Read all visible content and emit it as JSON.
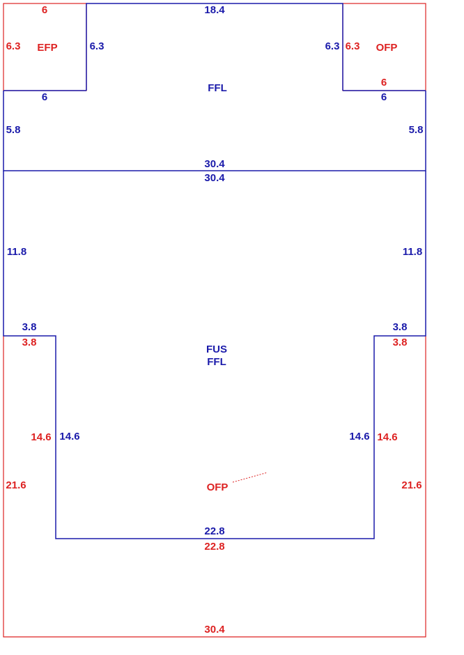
{
  "colors": {
    "red": "#dd2222",
    "blue": "#1a1aaa"
  },
  "regions": {
    "efp": "EFP",
    "ofp_top": "OFP",
    "ffl_upper": "FFL",
    "fus": "FUS",
    "ffl_lower": "FFL",
    "ofp_bottom": "OFP"
  },
  "dimensions": {
    "top_left_width": "6",
    "top_left_height": "6.3",
    "top_left_inner_height": "6.3",
    "top_center_width": "18.4",
    "top_right_inner_height_blue": "6.3",
    "top_right_inner_height_red": "6.3",
    "top_right_width": "6",
    "notch_left_bottom": "6",
    "notch_right_bottom": "6",
    "band_left_height": "5.8",
    "band_right_height": "5.8",
    "band_bottom_width": "30.4",
    "middle_top_width": "30.4",
    "middle_left_height": "11.8",
    "middle_right_height": "11.8",
    "step_left_blue": "3.8",
    "step_left_red": "3.8",
    "step_right_blue": "3.8",
    "step_right_red": "3.8",
    "inner_left_red": "14.6",
    "inner_left_blue": "14.6",
    "inner_right_blue": "14.6",
    "inner_right_red": "14.6",
    "outer_left_height": "21.6",
    "outer_right_height": "21.6",
    "inner_bottom_blue": "22.8",
    "inner_bottom_red": "22.8",
    "outer_bottom_width": "30.4"
  }
}
